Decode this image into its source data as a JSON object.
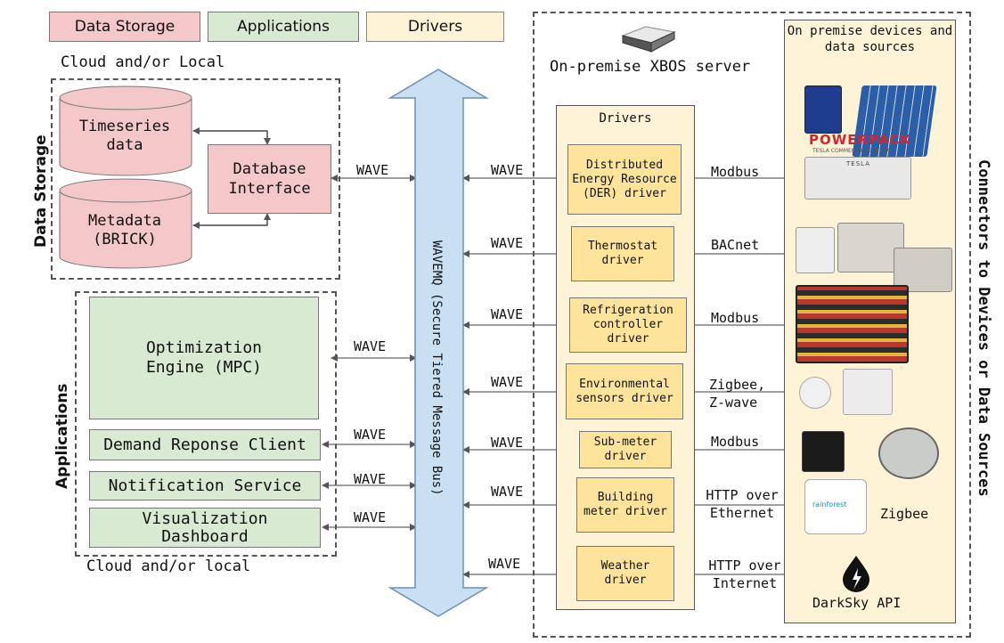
{
  "legend": {
    "storage": "Data Storage",
    "applications": "Applications",
    "drivers": "Drivers"
  },
  "storage_group": {
    "title": "Data Storage",
    "caption": "Cloud and/or Local",
    "timeseries": "Timeseries data",
    "database_interface": "Database Interface",
    "metadata": "Metadata (BRICK)",
    "wave": "WAVE"
  },
  "apps_group": {
    "title": "Applications",
    "caption": "Cloud and/or local",
    "optimization": "Optimization Engine (MPC)",
    "demand_response": "Demand Reponse Client",
    "notification": "Notification Service",
    "visualization": "Visualization Dashboard",
    "wave_labels": [
      "WAVE",
      "WAVE",
      "WAVE",
      "WAVE"
    ]
  },
  "bus": {
    "label": "WAVEMQ (Secure Tiered Message Bus)"
  },
  "server": {
    "title": "On-premise XBOS server",
    "drivers_title": "Drivers",
    "devices_title": "On premise devices and data sources",
    "side_title": "Connectors to Devices or Data Sources"
  },
  "drivers": [
    {
      "name": "Distributed Energy Resource (DER) driver",
      "wave": "WAVE",
      "protocol": "Modbus"
    },
    {
      "name": "Thermostat driver",
      "wave": "WAVE",
      "protocol": "BACnet"
    },
    {
      "name": "Refrigeration controller driver",
      "wave": "WAVE",
      "protocol": "Modbus"
    },
    {
      "name": "Environmental sensors driver",
      "wave": "WAVE",
      "protocol": "Zigbee, Z-wave"
    },
    {
      "name": "Sub-meter driver",
      "wave": "WAVE",
      "protocol": "Modbus"
    },
    {
      "name": "Building meter driver",
      "wave": "WAVE",
      "protocol": "HTTP over Ethernet"
    },
    {
      "name": "Weather driver",
      "wave": "WAVE",
      "protocol": "HTTP over Internet"
    }
  ],
  "devices": {
    "powerpack": "POWERPACK",
    "powerpack_sub": "TESLA COMMERCIAL BATTERY",
    "tesla": "TESLA",
    "rainforest": "rainforest",
    "zigbee": "Zigbee",
    "darksky": "DarkSky API"
  },
  "colors": {
    "storage": "#f4c7c8",
    "applications": "#d8ead2",
    "drivers": "#fee49a",
    "bus": "#c9dff2",
    "panel": "#fff3d7"
  }
}
